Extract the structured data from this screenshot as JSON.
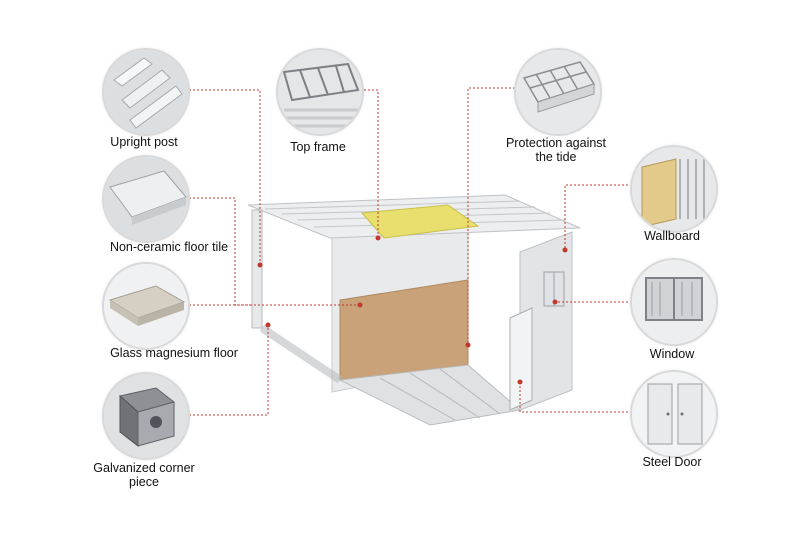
{
  "labels": {
    "upright_post": "Upright post",
    "top_frame": "Top frame",
    "protection_line1": "Protection against",
    "protection_line2": "the tide",
    "non_ceramic_floor_tile": "Non-ceramic floor tile",
    "wallboard": "Wallboard",
    "glass_magnesium_floor": "Glass magnesium floor",
    "window": "Window",
    "corner_line1": "Galvanized corner",
    "corner_line2": "piece",
    "steel_door": "Steel Door"
  },
  "colors": {
    "leader_line": "#c0392b",
    "insulation": "#e8df6e",
    "floor": "#c9a27a",
    "frame": "#cfd3d6"
  }
}
